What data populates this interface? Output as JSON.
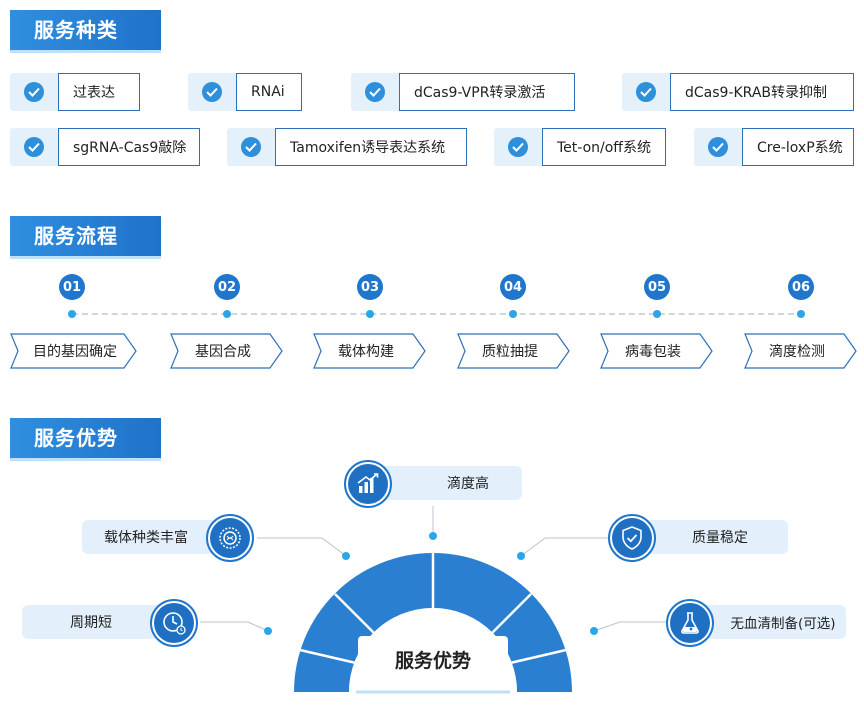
{
  "sections": {
    "types_title": "服务种类",
    "process_title": "服务流程",
    "advantages_title": "服务优势"
  },
  "service_types": [
    "过表达",
    "RNAi",
    "dCas9-VPR转录激活",
    "dCas9-KRAB转录抑制",
    "sgRNA-Cas9敲除",
    "Tamoxifen诱导表达系统",
    "Tet-on/off系统",
    "Cre-loxP系统"
  ],
  "process_steps": [
    {
      "num": "01",
      "label": "目的基因确定"
    },
    {
      "num": "02",
      "label": "基因合成"
    },
    {
      "num": "03",
      "label": "载体构建"
    },
    {
      "num": "04",
      "label": "质粒抽提"
    },
    {
      "num": "05",
      "label": "病毒包装"
    },
    {
      "num": "06",
      "label": "滴度检测"
    }
  ],
  "advantages": {
    "center_label": "服务优势",
    "items": [
      {
        "label": "滴度高",
        "icon": "bar-chart-icon"
      },
      {
        "label": "载体种类丰富",
        "icon": "dna-plasmid-icon"
      },
      {
        "label": "质量稳定",
        "icon": "shield-check-icon"
      },
      {
        "label": "周期短",
        "icon": "clock-icon"
      },
      {
        "label": "无血清制备(可选)",
        "icon": "flask-icon"
      }
    ]
  },
  "colors": {
    "primary": "#1f76cc",
    "accent": "#2aa6e8",
    "light": "#e3f0fb",
    "border": "#2e6fb8"
  }
}
